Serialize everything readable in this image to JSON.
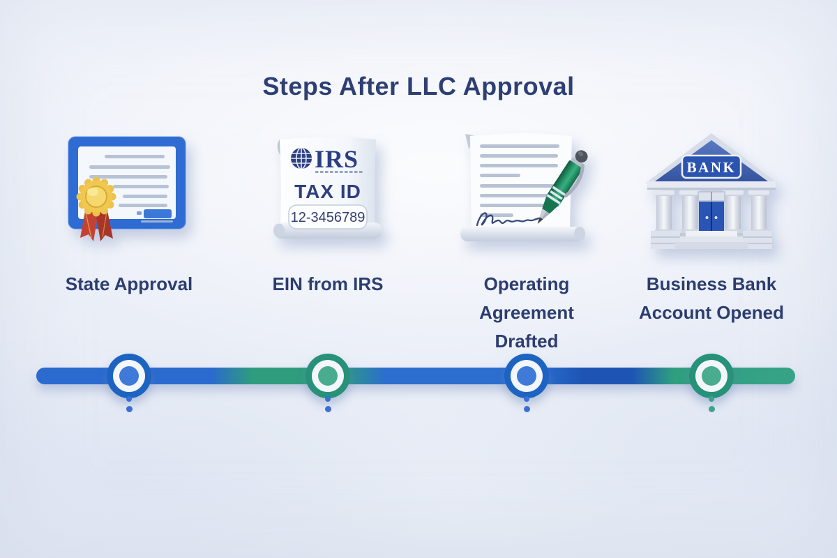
{
  "title": "Steps After LLC Approval",
  "steps": [
    {
      "id": "state-approval",
      "label": "State Approval",
      "icon": "certificate-icon"
    },
    {
      "id": "ein-from-irs",
      "label": "EIN from IRS",
      "icon": "irs-tax-id-document-icon"
    },
    {
      "id": "operating-agreement-drafted",
      "label": "Operating Agreement Drafted",
      "icon": "signed-document-with-pen-icon"
    },
    {
      "id": "business-bank-account-opened",
      "label": "Business Bank Account Opened",
      "icon": "bank-building-icon"
    }
  ],
  "irs_document": {
    "logo_text": "IRS",
    "doc_title": "TAX ID",
    "tax_id_number": "12-3456789"
  },
  "bank_sign_text": "BANK",
  "timeline": {
    "nodes": [
      {
        "color": "blue",
        "dots": "blue"
      },
      {
        "color": "green",
        "dots": "blue"
      },
      {
        "color": "blue",
        "dots": "blue"
      },
      {
        "color": "green",
        "dots": "green"
      }
    ]
  },
  "palette": {
    "heading_text": "#2e3f73",
    "timeline_blue": "#2b6ace",
    "timeline_green": "#2f9c7d",
    "certificate_blue": "#2e6cd3",
    "seal_gold": "#f0c84f",
    "ribbon_red": "#c44234",
    "pen_green": "#1f8a5f",
    "bank_blue": "#2b53b0",
    "navy_logo": "#2b3f82"
  }
}
